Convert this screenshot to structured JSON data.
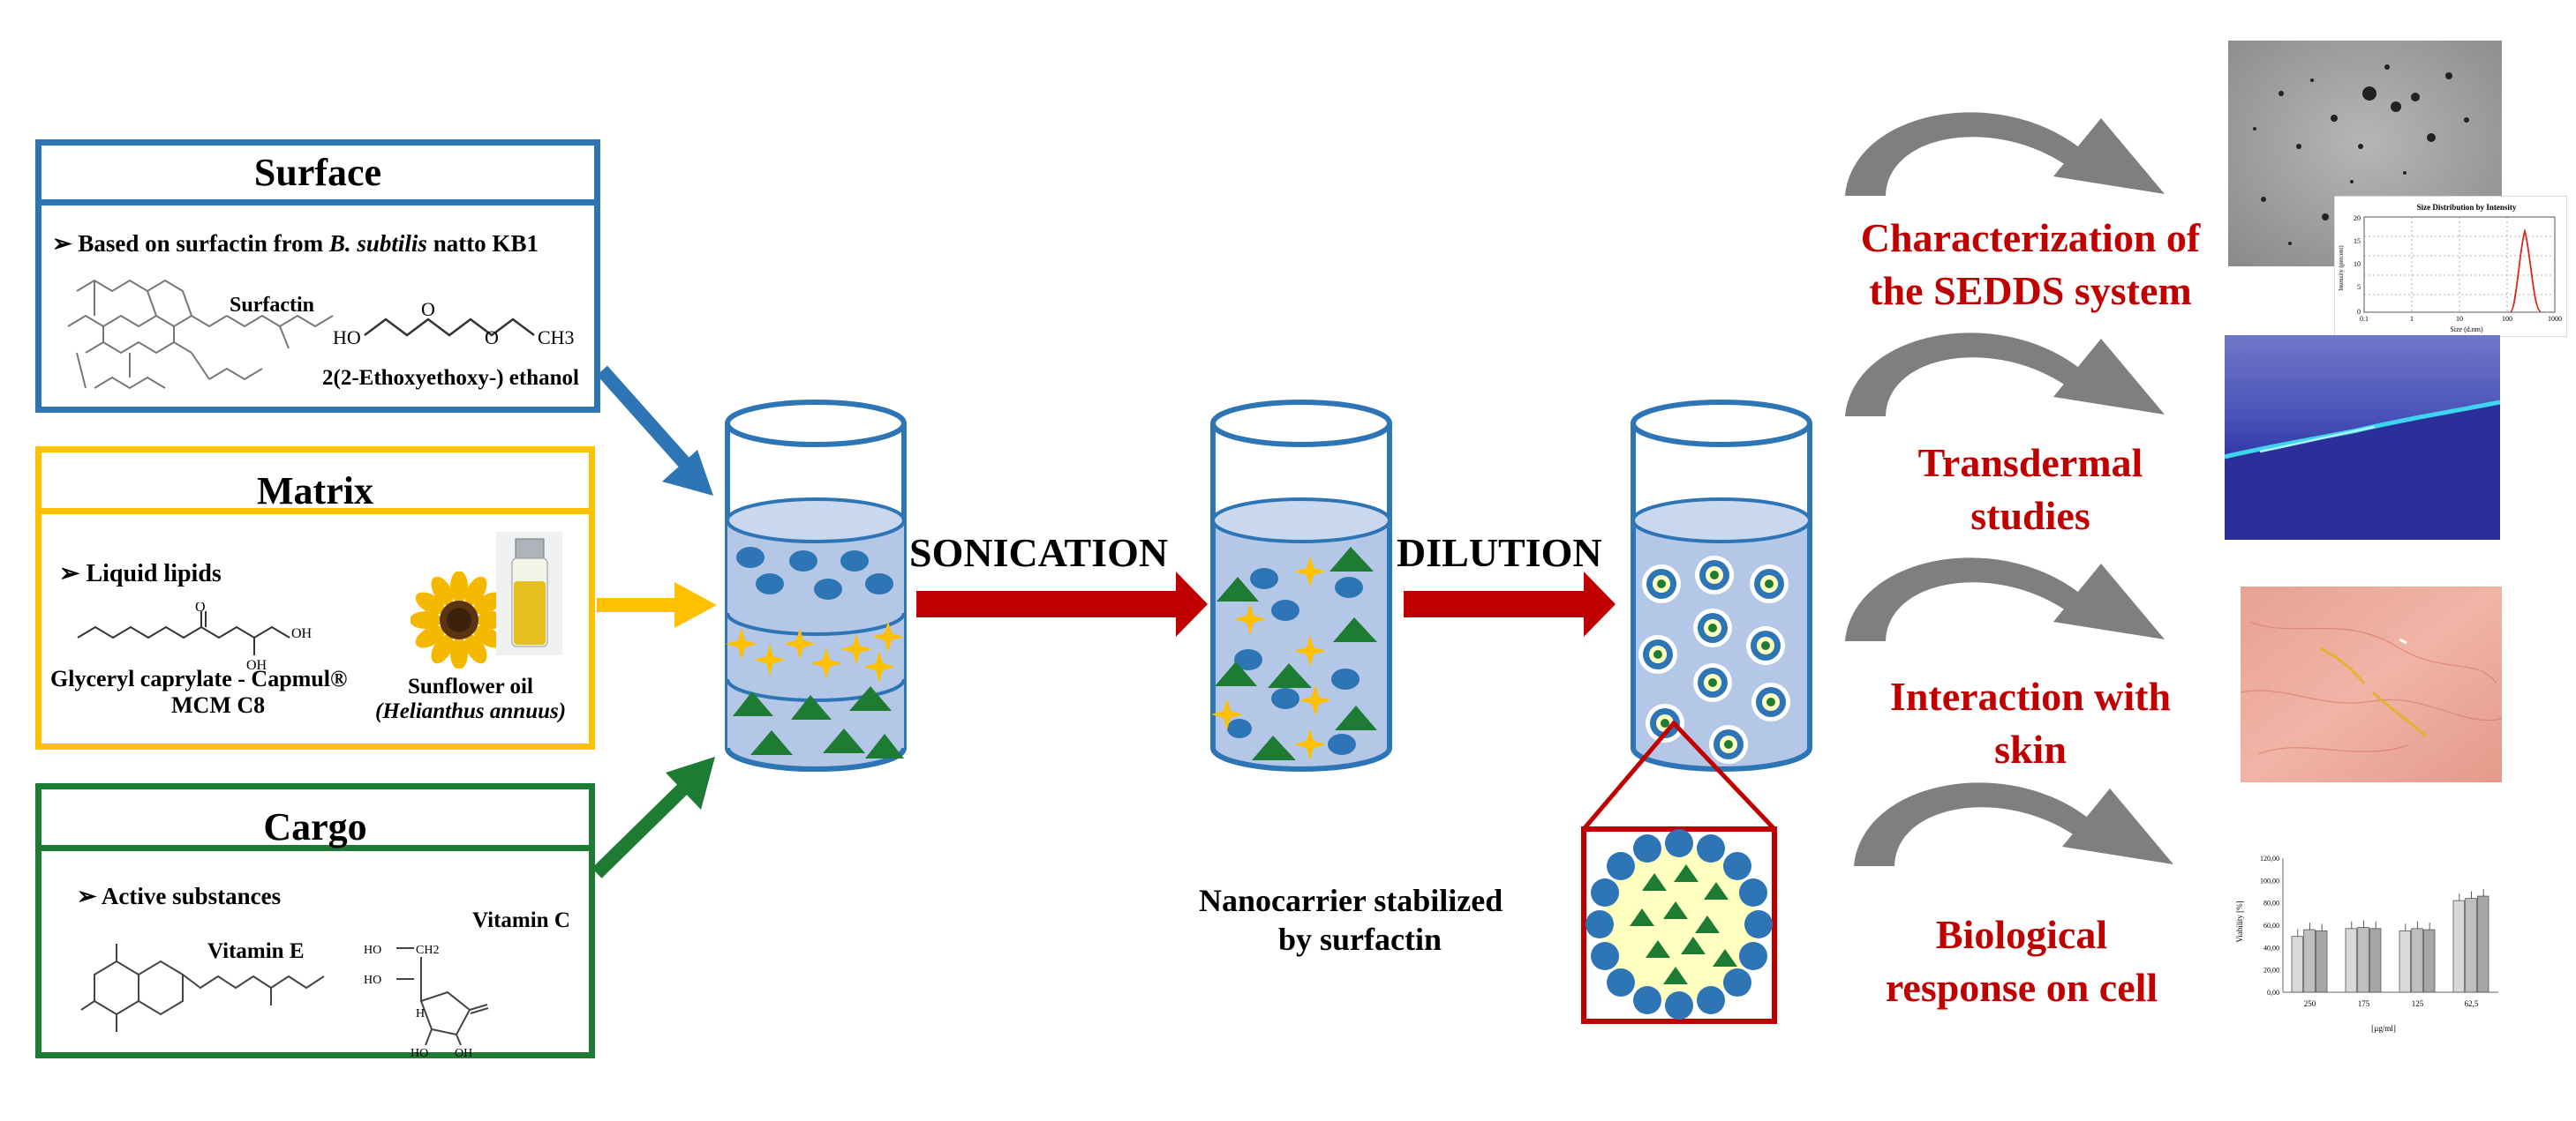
{
  "colors": {
    "surface": "#2e75b6",
    "matrix": "#ffc000",
    "cargo": "#1e7b34",
    "process_arrow": "#c00000",
    "outcome_text": "#c00000",
    "liquid": "#b4c7e7",
    "curve_arrow": "#7f7f7f"
  },
  "surface": {
    "title": "Surface",
    "bullet": "➢",
    "line_prefix": "Based on surfactin from ",
    "line_species": "B. subtilis",
    "line_suffix": " natto KB1",
    "label_surfactin": "Surfactin",
    "label_ethoxy": "2(2-Ethoxyethoxy-) ethanol",
    "struct_ho": "HO",
    "struct_o": "O",
    "struct_ch3": "CH3"
  },
  "matrix": {
    "title": "Matrix",
    "bullet": "➢",
    "line": "Liquid lipids",
    "label_glyceryl_1": "Glyceryl caprylate - Capmul®",
    "label_glyceryl_2": "MCM C8",
    "label_oil_1": "Sunflower oil",
    "label_oil_2": "(Helianthus annuus)",
    "struct_o": "O",
    "struct_oh": "OH"
  },
  "cargo": {
    "title": "Cargo",
    "bullet": "➢",
    "line": "Active substances",
    "label_vit_e": "Vitamin E",
    "label_vit_c": "Vitamin C",
    "struct_ho": "HO",
    "struct_ch2": "CH2",
    "struct_h": "H",
    "struct_oh": "OH"
  },
  "process": {
    "step1": "SONICATION",
    "step2": "DILUTION",
    "nanocarrier_1": "Nanocarrier stabilized",
    "nanocarrier_2": "by surfactin"
  },
  "outcomes": [
    {
      "line1": "Characterization of",
      "line2": "the SEDDS system"
    },
    {
      "line1": "Transdermal",
      "line2": "studies"
    },
    {
      "line1": "Interaction with",
      "line2": "skin"
    },
    {
      "line1": "Biological",
      "line2": "response  on cell"
    }
  ],
  "inset_dls": {
    "title": "Size Distribution by Intensity",
    "ylabel": "Intensity (percent)",
    "xlabel": "Size (d.nm)",
    "yticks": [
      "20",
      "15",
      "10",
      "5",
      "0"
    ],
    "xticks": [
      "0.1",
      "1",
      "10",
      "100",
      "1000"
    ]
  },
  "inset_viability": {
    "ylabel": "Viability [%]",
    "xlabel": "[µg/ml]",
    "yticks": [
      "120,00",
      "100,00",
      "80,00",
      "60,00",
      "40,00",
      "20,00",
      "0,00"
    ],
    "categories": [
      "250",
      "175",
      "125",
      "62,5"
    ],
    "values": [
      [
        50,
        56,
        55
      ],
      [
        57,
        58,
        57
      ],
      [
        55,
        57,
        56
      ],
      [
        82,
        84,
        86
      ]
    ]
  }
}
